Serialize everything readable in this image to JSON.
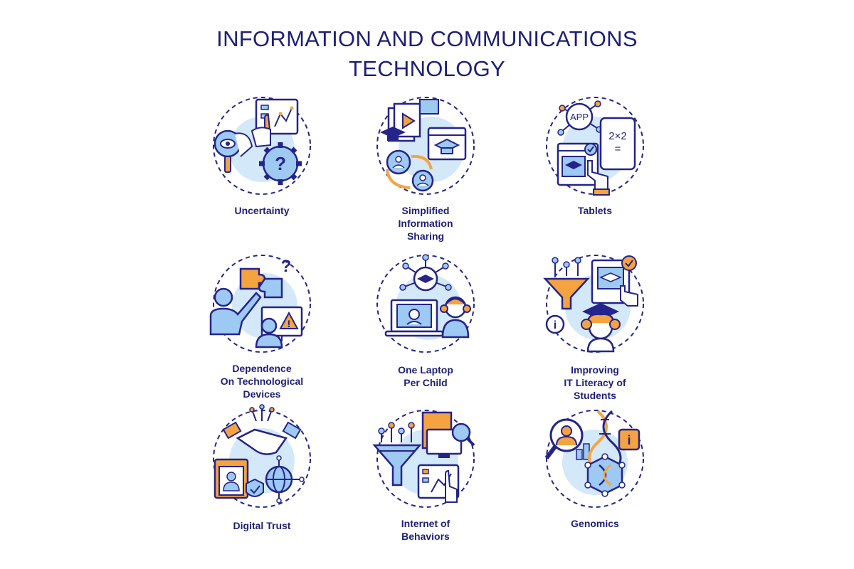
{
  "title": {
    "line1": "INFORMATION AND COMMUNICATIONS",
    "line2": "TECHNOLOGY"
  },
  "colors": {
    "outline": "#24248a",
    "orange": "#f4a340",
    "light_blue": "#9ec9f2",
    "pale_blue": "#d3e8f8",
    "text": "#1e1e78"
  },
  "icons": [
    {
      "id": "uncertainty",
      "icon": "magnifier-gear-question-icon",
      "label": [
        "Uncertainty"
      ]
    },
    {
      "id": "simplified-information-sharing",
      "icon": "shared-media-icon",
      "label": [
        "Simplified",
        "Information",
        "Sharing"
      ]
    },
    {
      "id": "tablets",
      "icon": "tablet-app-icon",
      "label": [
        "Tablets"
      ]
    },
    {
      "id": "dependence",
      "icon": "puzzle-device-warning-icon",
      "label": [
        "Dependence",
        "On Technological",
        "Devices"
      ]
    },
    {
      "id": "one-laptop",
      "icon": "laptop-child-icon",
      "label": [
        "One Laptop",
        "Per Child"
      ]
    },
    {
      "id": "it-literacy",
      "icon": "funnel-student-icon",
      "label": [
        "Improving",
        "IT Literacy of",
        "Students"
      ]
    },
    {
      "id": "digital-trust",
      "icon": "handshake-shield-icon",
      "label": [
        "Digital Trust"
      ]
    },
    {
      "id": "internet-of-behaviors",
      "icon": "funnel-monitor-icon",
      "label": [
        "Internet of",
        "Behaviors"
      ]
    },
    {
      "id": "genomics",
      "icon": "dna-info-icon",
      "label": [
        "Genomics"
      ]
    }
  ],
  "glyphs": {
    "question": "?",
    "app": "APP",
    "math_top": "2×2",
    "math_bottom": "=",
    "warning": "!",
    "info": "i"
  }
}
